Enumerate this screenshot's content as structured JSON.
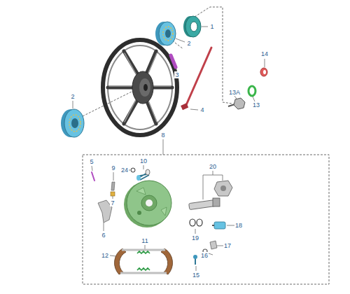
{
  "diagram": {
    "labels": [
      "1",
      "2",
      "3",
      "14",
      "2",
      "13A",
      "4",
      "13",
      "8",
      "5",
      "10",
      "9",
      "24",
      "20",
      "7",
      "18",
      "6",
      "19",
      "11",
      "17",
      "12",
      "16",
      "15"
    ]
  }
}
